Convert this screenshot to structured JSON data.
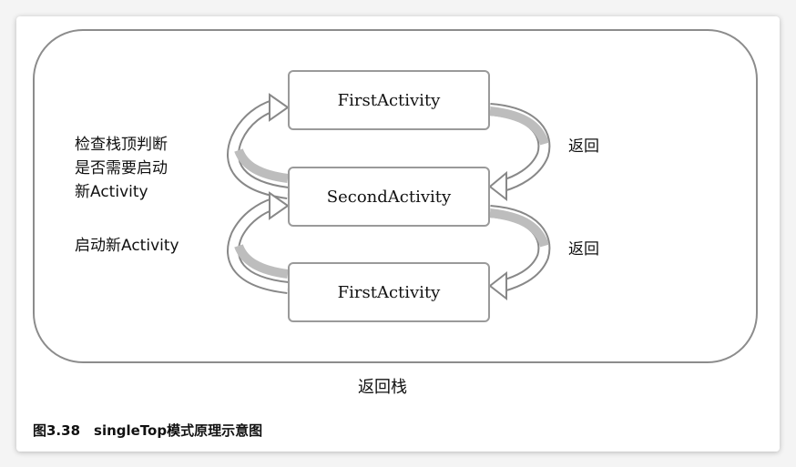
{
  "diagram": {
    "activities": [
      "FirstActivity",
      "SecondActivity",
      "FirstActivity"
    ],
    "left_labels": {
      "check": [
        "检查栈顶判断",
        "是否需要启动",
        "新Activity"
      ],
      "start": "启动新Activity"
    },
    "right_labels": [
      "返回",
      "返回"
    ],
    "stack_label": "返回栈",
    "caption": "图3.38　singleTop模式原理示意图"
  }
}
